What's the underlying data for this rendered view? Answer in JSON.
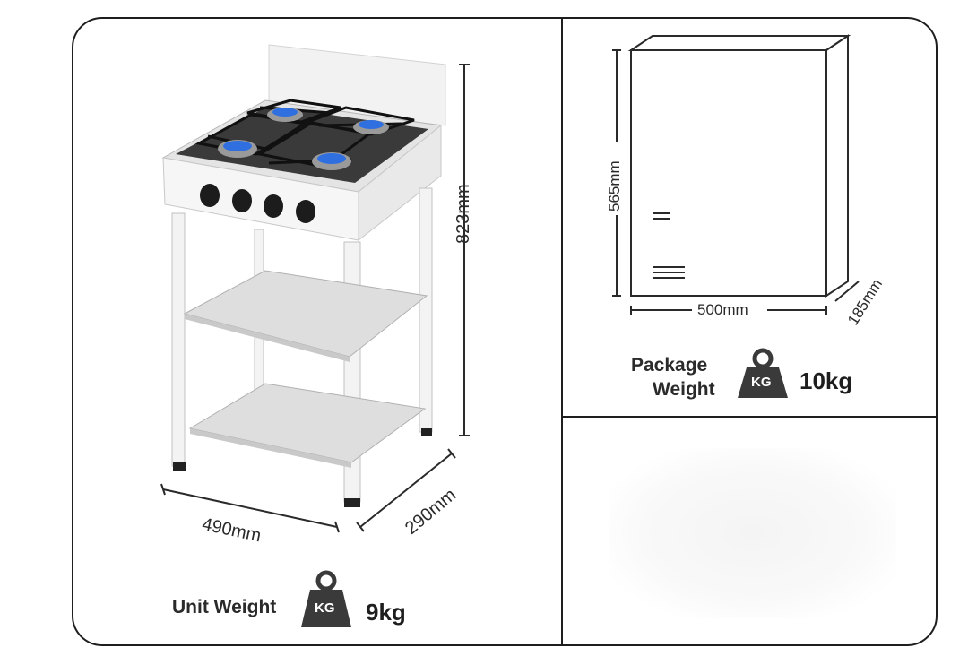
{
  "stove": {
    "height_label": "823mm",
    "width_label": "490mm",
    "depth_label": "290mm",
    "weight_title": "Unit Weight",
    "weight_badge": "KG",
    "weight_value": "9kg"
  },
  "package": {
    "height_label": "565mm",
    "width_label": "500mm",
    "depth_label": "185mm",
    "weight_title_line1": "Package",
    "weight_title_line2": "Weight",
    "weight_badge": "KG",
    "weight_value": "10kg"
  },
  "colors": {
    "border": "#1e1e1e",
    "weight_icon": "#3a3a3a",
    "flame": "#2f6fe0"
  }
}
